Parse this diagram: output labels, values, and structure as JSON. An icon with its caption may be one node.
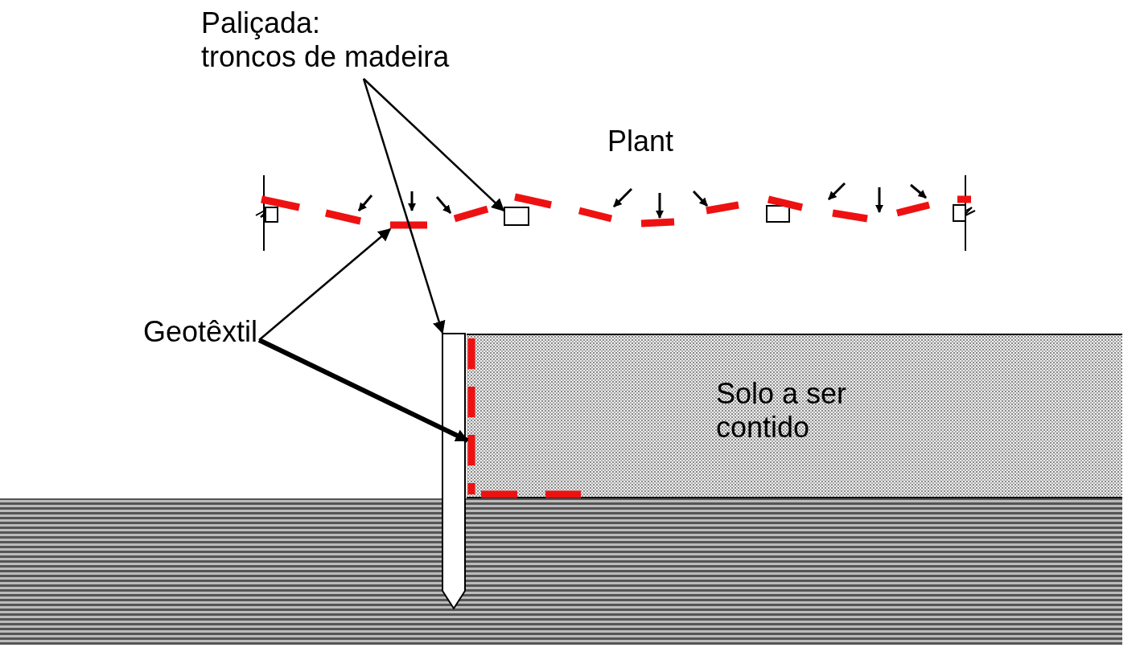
{
  "diagram": {
    "nodes": [
      {
        "text": [
          "Paliçada:",
          "troncos de madeira"
        ]
      },
      {
        "text": [],
        "shape": "box"
      },
      {
        "text": [],
        "shape": "line"
      },
      {
        "text": [
          "Geotêxtil"
        ]
      },
      {
        "text": [],
        "shape": "bar"
      },
      {
        "text": [
          "Solo a ser contido"
        ]
      },
      {
        "text": [],
        "shape": "line",
        "in": 5
      }
    ],
    "edges": [
      {
        "from": 0,
        "to": 1,
        "arrow": "to"
      },
      {
        "from": 0,
        "to": 4,
        "arrow": "to"
      },
      {
        "from": 3,
        "to": 2,
        "arrow": "to"
      },
      {
        "from": 3,
        "to": 6,
        "arrow": "to",
        "style": "thick"
      }
    ],
    "labels": [
      "Plant"
    ]
  }
}
